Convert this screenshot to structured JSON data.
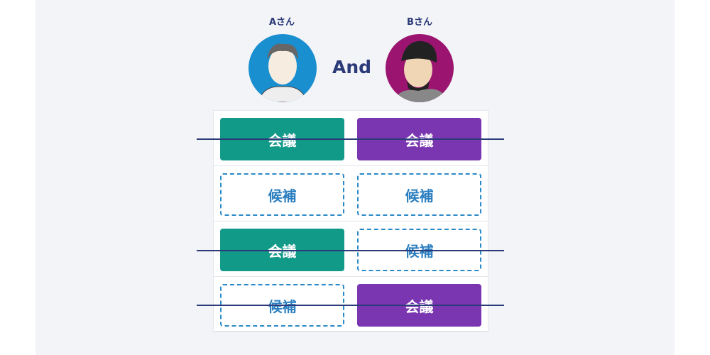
{
  "people": [
    {
      "name": "Aさん",
      "color": "#1a8fd0"
    },
    {
      "name": "Bさん",
      "color": "#9a1470"
    }
  ],
  "connector": "And",
  "rows": [
    {
      "cells": [
        {
          "label": "会議",
          "type": "meeting-a"
        },
        {
          "label": "会議",
          "type": "meeting-b"
        }
      ],
      "struck": true
    },
    {
      "cells": [
        {
          "label": "候補",
          "type": "cand"
        },
        {
          "label": "候補",
          "type": "cand"
        }
      ],
      "struck": false
    },
    {
      "cells": [
        {
          "label": "会議",
          "type": "meeting-a"
        },
        {
          "label": "候補",
          "type": "cand"
        }
      ],
      "struck": true
    },
    {
      "cells": [
        {
          "label": "候補",
          "type": "cand"
        },
        {
          "label": "会議",
          "type": "meeting-b"
        }
      ],
      "struck": true
    }
  ]
}
